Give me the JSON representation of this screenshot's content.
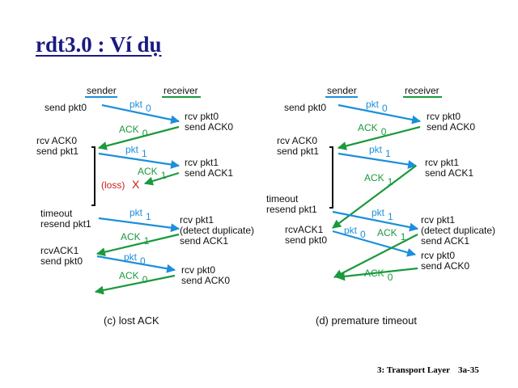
{
  "slide": {
    "title": "rdt3.0 : Ví dụ",
    "footer_chapter": "3: Transport Layer",
    "footer_page": "3a-35"
  },
  "colors": {
    "pkt_arrow": "#1c8fdc",
    "ack_arrow": "#1a9a3c",
    "loss_text": "#cc1e1e",
    "title": "#1a1a80",
    "sender_underline": "#1c8fdc",
    "receiver_underline": "#1a9a3c"
  },
  "left": {
    "sender": "sender",
    "receiver": "receiver",
    "caption": "(c) lost ACK",
    "sender_events": [
      "send pkt0",
      "rcv ACK0",
      "send pkt1",
      "timeout",
      "resend pkt1",
      "rcvACK1",
      "send pkt0"
    ],
    "receiver_events": [
      "rcv pkt0",
      "send ACK0",
      "rcv pkt1",
      "send ACK1",
      "rcv pkt1",
      "(detect duplicate)",
      "send ACK1",
      "rcv pkt0",
      "send ACK0"
    ],
    "msg_labels": [
      {
        "text": "pkt",
        "sub": "0"
      },
      {
        "text": "ACK",
        "sub": "0"
      },
      {
        "text": "pkt",
        "sub": "1"
      },
      {
        "text": "ACK",
        "sub": "1"
      },
      {
        "text": "pkt",
        "sub": "1"
      },
      {
        "text": "ACK",
        "sub": "1"
      },
      {
        "text": "pkt",
        "sub": "0"
      },
      {
        "text": "ACK",
        "sub": "0"
      }
    ],
    "loss": "(loss)",
    "loss_mark": "X"
  },
  "right": {
    "sender": "sender",
    "receiver": "receiver",
    "caption": "(d) premature timeout",
    "sender_events": [
      "send pkt0",
      "rcv ACK0",
      "send pkt1",
      "timeout",
      "resend pkt1",
      "rcvACK1",
      "send pkt0"
    ],
    "receiver_events": [
      "rcv pkt0",
      "send ACK0",
      "rcv pkt1",
      "send ACK1",
      "rcv pkt1",
      "(detect duplicate)",
      "send ACK1",
      "rcv pkt0",
      "send ACK0"
    ],
    "msg_labels": [
      {
        "text": "pkt",
        "sub": "0"
      },
      {
        "text": "ACK",
        "sub": "0"
      },
      {
        "text": "pkt",
        "sub": "1"
      },
      {
        "text": "ACK",
        "sub": "1"
      },
      {
        "text": "pkt",
        "sub": "1"
      },
      {
        "text": "pkt",
        "sub": "0"
      },
      {
        "text": "ACK",
        "sub": "1"
      },
      {
        "text": "ACK",
        "sub": "0"
      }
    ]
  }
}
